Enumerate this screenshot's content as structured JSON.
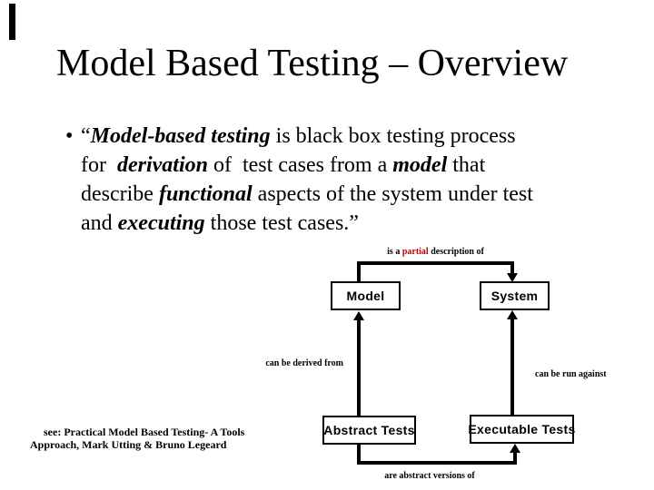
{
  "slide": {
    "title": "Model Based Testing – Overview",
    "bullet_char": "•",
    "quote_lines": [
      [
        {
          "t": "“",
          "s": "n"
        },
        {
          "t": "Model-based testing",
          "s": "bi"
        },
        {
          "t": " is black box testing process",
          "s": "n"
        }
      ],
      [
        {
          "t": "for  ",
          "s": "n"
        },
        {
          "t": "derivation",
          "s": "bi"
        },
        {
          "t": " of  test cases from a ",
          "s": "n"
        },
        {
          "t": "model",
          "s": "bi"
        },
        {
          "t": " that",
          "s": "n"
        }
      ],
      [
        {
          "t": "describe ",
          "s": "n"
        },
        {
          "t": "functional",
          "s": "bi"
        },
        {
          "t": " aspects of the system under test",
          "s": "n"
        }
      ],
      [
        {
          "t": "and ",
          "s": "n"
        },
        {
          "t": "executing",
          "s": "bi"
        },
        {
          "t": " those test cases.”",
          "s": "n"
        }
      ]
    ],
    "citation": {
      "line1": "see: Practical Model Based Testing- A Tools",
      "line2": "Approach, Mark Utting & Bruno Legeard"
    }
  },
  "diagram": {
    "boxes": {
      "model": "Model",
      "system": "System",
      "abstract": "Abstract Tests",
      "executable": "Executable Tests"
    },
    "labels": {
      "partial_pre": "is a ",
      "partial_word": "partial",
      "partial_post": " description of",
      "derived": "can be derived from",
      "run": "can be run against",
      "abstract_versions": "are abstract versions of"
    },
    "colors": {
      "accent_red": "#c00000",
      "line_black": "#000000",
      "background": "#ffffff"
    }
  }
}
